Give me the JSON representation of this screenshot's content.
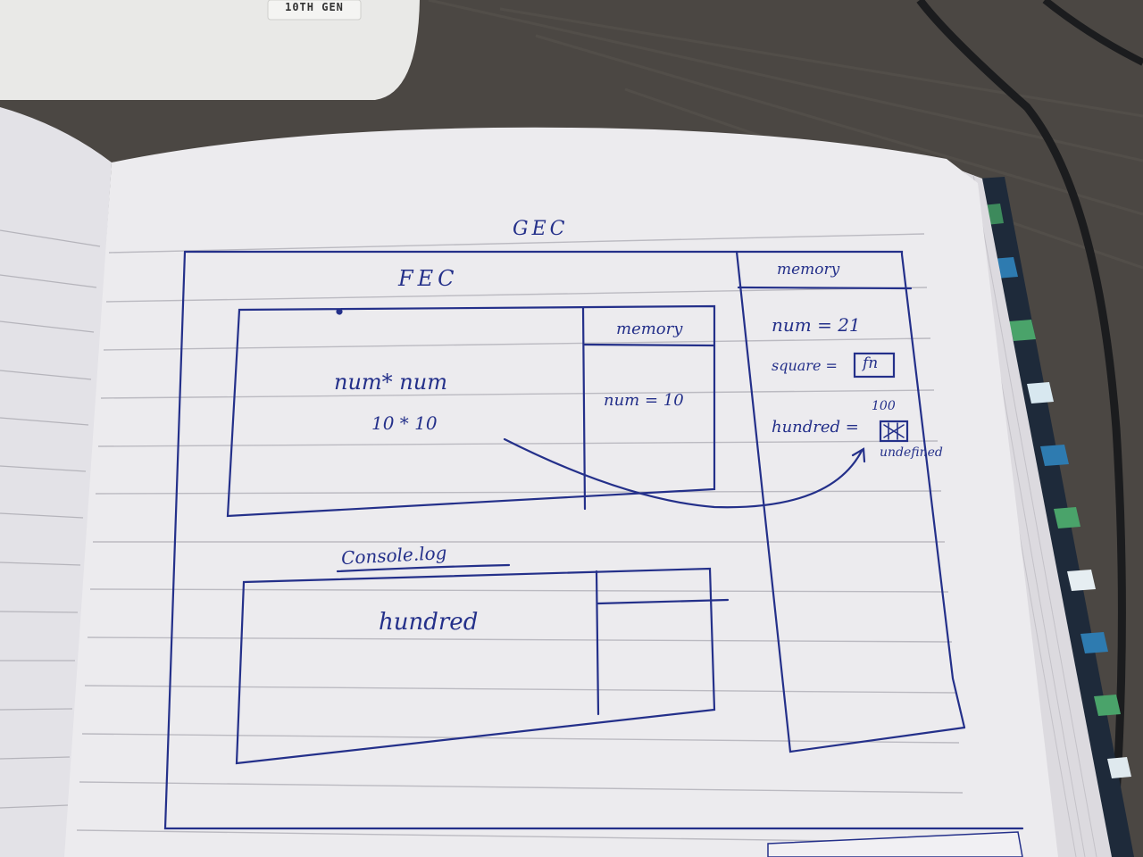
{
  "laptop": {
    "badge": "10TH GEN"
  },
  "sketch": {
    "gec_title": "GEC",
    "fec_title": "FEC",
    "fec_memory_label": "memory",
    "fec_code_line1": "num* num",
    "fec_code_line2": "10 * 10",
    "fec_memory_entry": "num = 10",
    "global_memory_label": "memory",
    "global_num": "num = 21",
    "global_square": "square =",
    "global_square_value": "fn",
    "global_hundred_above": "100",
    "global_hundred": "hundred =",
    "global_hundred_note": "undefined",
    "console_label": "Console.log",
    "console_value": "hundred"
  },
  "colors": {
    "ink": "#24308a",
    "paper": "#ecebee",
    "desk": "#4a4642",
    "rule_line": "#b8b8bf"
  }
}
